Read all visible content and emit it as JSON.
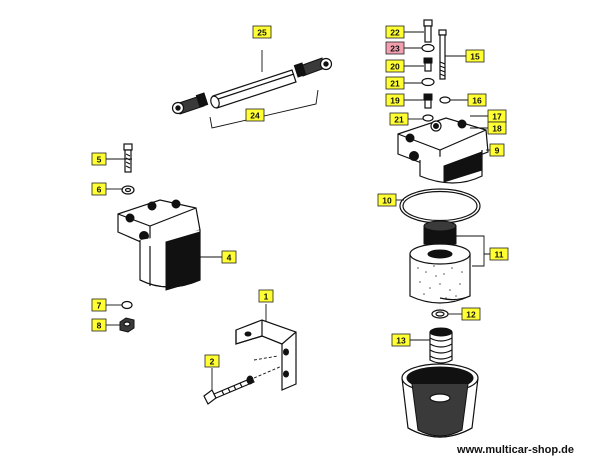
{
  "diagram": {
    "callouts": {
      "c1": "1",
      "c2": "2",
      "c4": "4",
      "c5": "5",
      "c6": "6",
      "c7": "7",
      "c8": "8",
      "c9": "9",
      "c10": "10",
      "c11": "11",
      "c12": "12",
      "c13": "13",
      "c15": "15",
      "c16": "16",
      "c17": "17",
      "c18": "18",
      "c19": "19",
      "c20": "20",
      "c21a": "21",
      "c21b": "21",
      "c22": "22",
      "c23": "23",
      "c24": "24",
      "c25": "25"
    },
    "colors": {
      "callout_fill": "#ffff33",
      "callout_highlight": "#f2a0b0",
      "line": "#111111"
    }
  },
  "footer": {
    "website": "www.multicar-shop.de"
  }
}
